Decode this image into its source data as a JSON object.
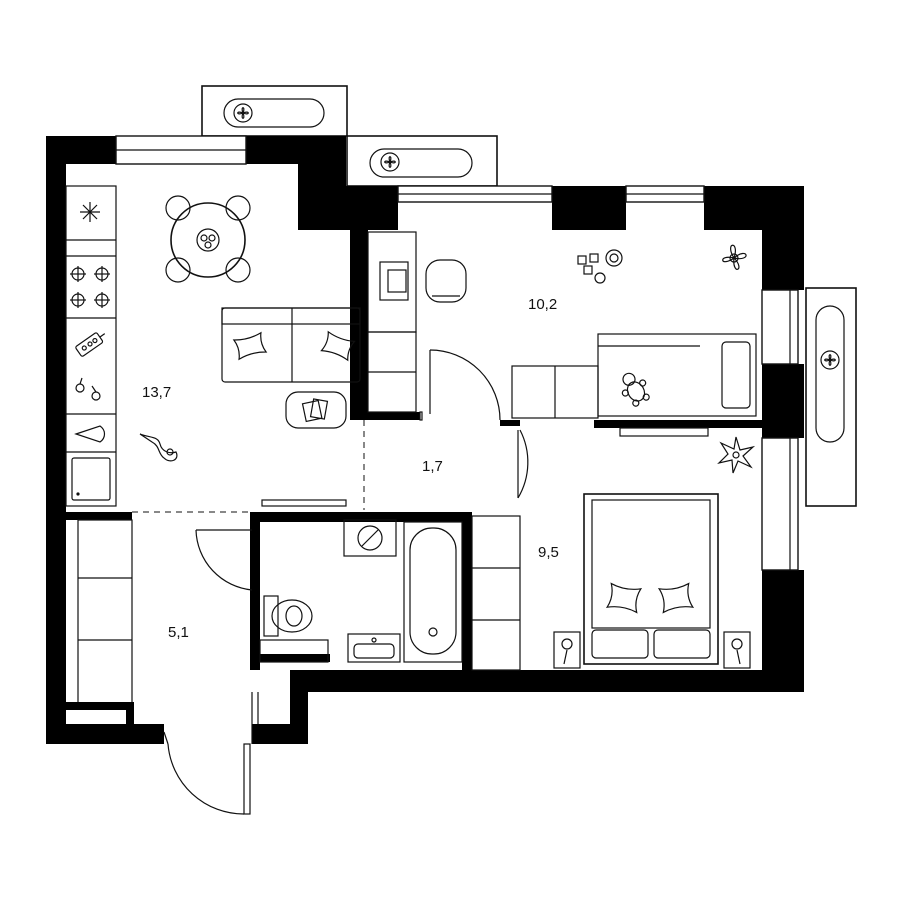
{
  "colors": {
    "wall": "#000000",
    "line": "#111111",
    "background": "#ffffff"
  },
  "rooms": [
    {
      "id": "kitchen-living",
      "area": "13,7"
    },
    {
      "id": "children-room",
      "area": "10,2"
    },
    {
      "id": "corridor",
      "area": "1,7"
    },
    {
      "id": "bedroom",
      "area": "9,5"
    },
    {
      "id": "hallway",
      "area": "5,1"
    }
  ],
  "icons": [
    "fan-icon",
    "snowflake-icon",
    "stove-burner-icon",
    "cutting-board-icon",
    "sink-icon",
    "dining-table-icon",
    "chair-icon",
    "sofa-icon",
    "pillow-icon",
    "coffee-table-icon",
    "cat-toy-icon",
    "desk-icon",
    "monitor-icon",
    "office-chair-icon",
    "toy-blocks-icon",
    "plant-icon",
    "bed-icon",
    "teddy-bear-icon",
    "tv-icon",
    "double-bed-icon",
    "bedside-lamp-icon",
    "bathtub-icon",
    "toilet-icon",
    "washbasin-icon",
    "washing-machine-icon",
    "wardrobe-icon",
    "door-icon"
  ]
}
